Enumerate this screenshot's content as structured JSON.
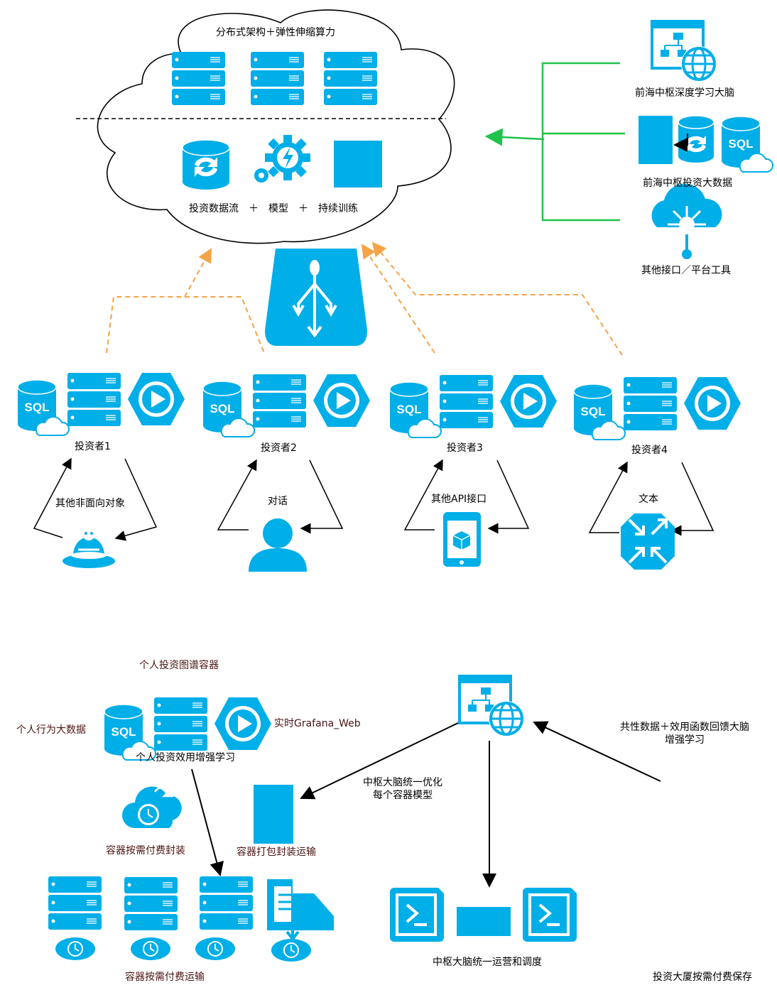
{
  "cloud": {
    "title": "分布式架构＋弹性伸缩算力",
    "bottom_label": "投资数据流　＋　模型　＋　持续训练"
  },
  "right_sources": {
    "brain": "前海中枢深度学习大脑",
    "bigdata": "前海中枢投资大数据",
    "other": "其他接口／平台工具"
  },
  "investors": [
    {
      "label": "投资者1",
      "channel": "其他非面向对象"
    },
    {
      "label": "投资者2",
      "channel": "对话"
    },
    {
      "label": "投资者3",
      "channel": "其他API接口"
    },
    {
      "label": "投资者4",
      "channel": "文本"
    }
  ],
  "bottom": {
    "container_title": "个人投资图谱容器",
    "container_inner": "个人投资效用增强学习",
    "left_label": "个人行为大数据",
    "right_label": "实时Grafana_Web",
    "pay_encap": "容器按需付费封装",
    "pack_transport": "容器打包封装运输",
    "pay_transport": "容器按需付费运输",
    "optimize": "中枢大脑统一优化\n每个容器模型",
    "feedback": "共性数据＋效用函数回馈大脑\n增强学习",
    "ops": "中枢大脑统一运营和调度",
    "building": "投资大厦按需付费保存"
  },
  "colors": {
    "accent": "#00aee8",
    "green": "#1fc34a",
    "orange": "#f4a346"
  }
}
